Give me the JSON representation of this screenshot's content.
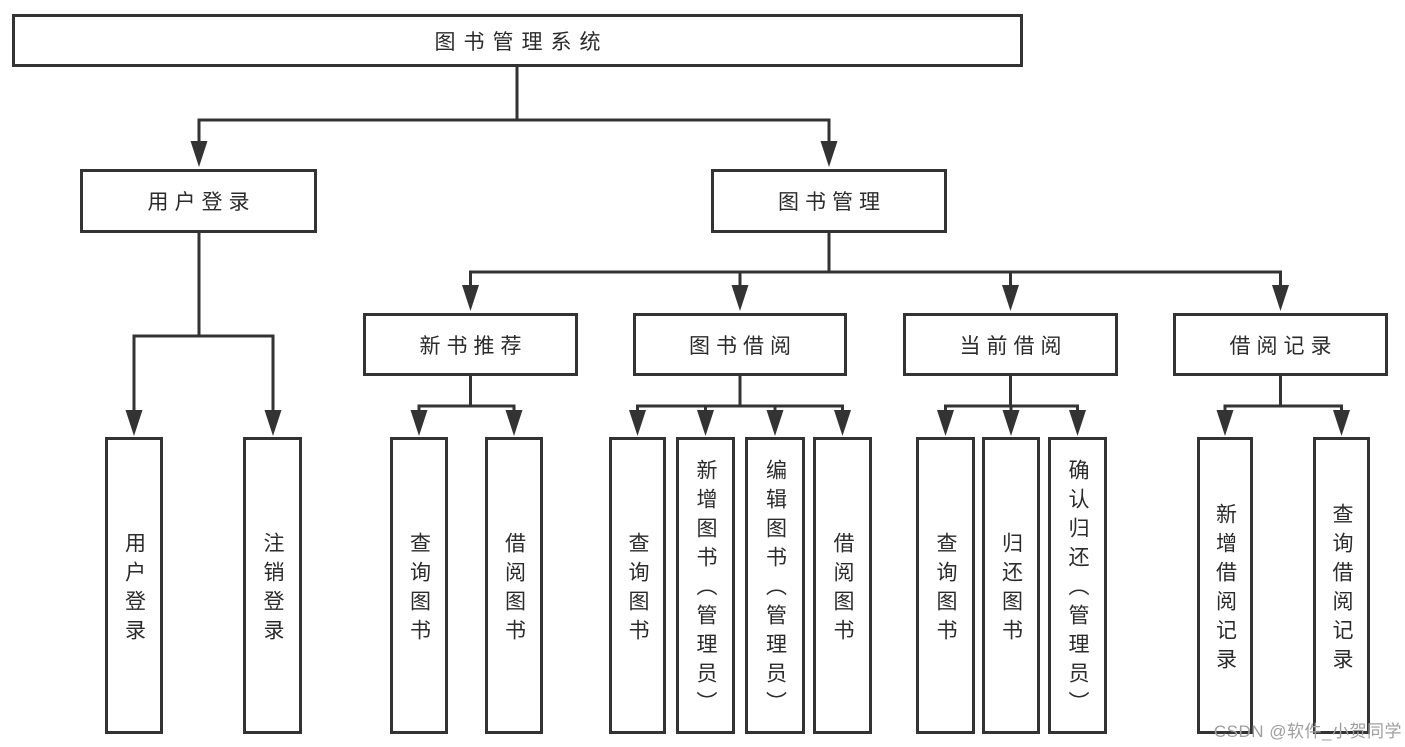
{
  "title_box": {
    "label": "图书管理系统"
  },
  "branches": {
    "user_login": {
      "label": "用户登录",
      "children": [
        {
          "label": "用户登录"
        },
        {
          "label": "注销登录"
        }
      ]
    },
    "book_management": {
      "label": "图书管理",
      "children": [
        {
          "label": "新书推荐",
          "children": [
            {
              "label": "查询图书"
            },
            {
              "label": "借阅图书"
            }
          ]
        },
        {
          "label": "图书借阅",
          "children": [
            {
              "label": "查询图书"
            },
            {
              "label": "新增图书（管理员）"
            },
            {
              "label": "编辑图书（管理员）"
            },
            {
              "label": "借阅图书"
            }
          ]
        },
        {
          "label": "当前借阅",
          "children": [
            {
              "label": "查询图书"
            },
            {
              "label": "归还图书"
            },
            {
              "label": "确认归还（管理员）"
            }
          ]
        },
        {
          "label": "借阅记录",
          "children": [
            {
              "label": "新增借阅记录"
            },
            {
              "label": "查询借阅记录"
            }
          ]
        }
      ]
    }
  },
  "watermark": {
    "text": "CSDN @软件_小贺同学"
  },
  "colors": {
    "line": "#333333",
    "text": "#2b2b2b",
    "background": "#ffffff",
    "watermark": "#9e9e9e"
  }
}
